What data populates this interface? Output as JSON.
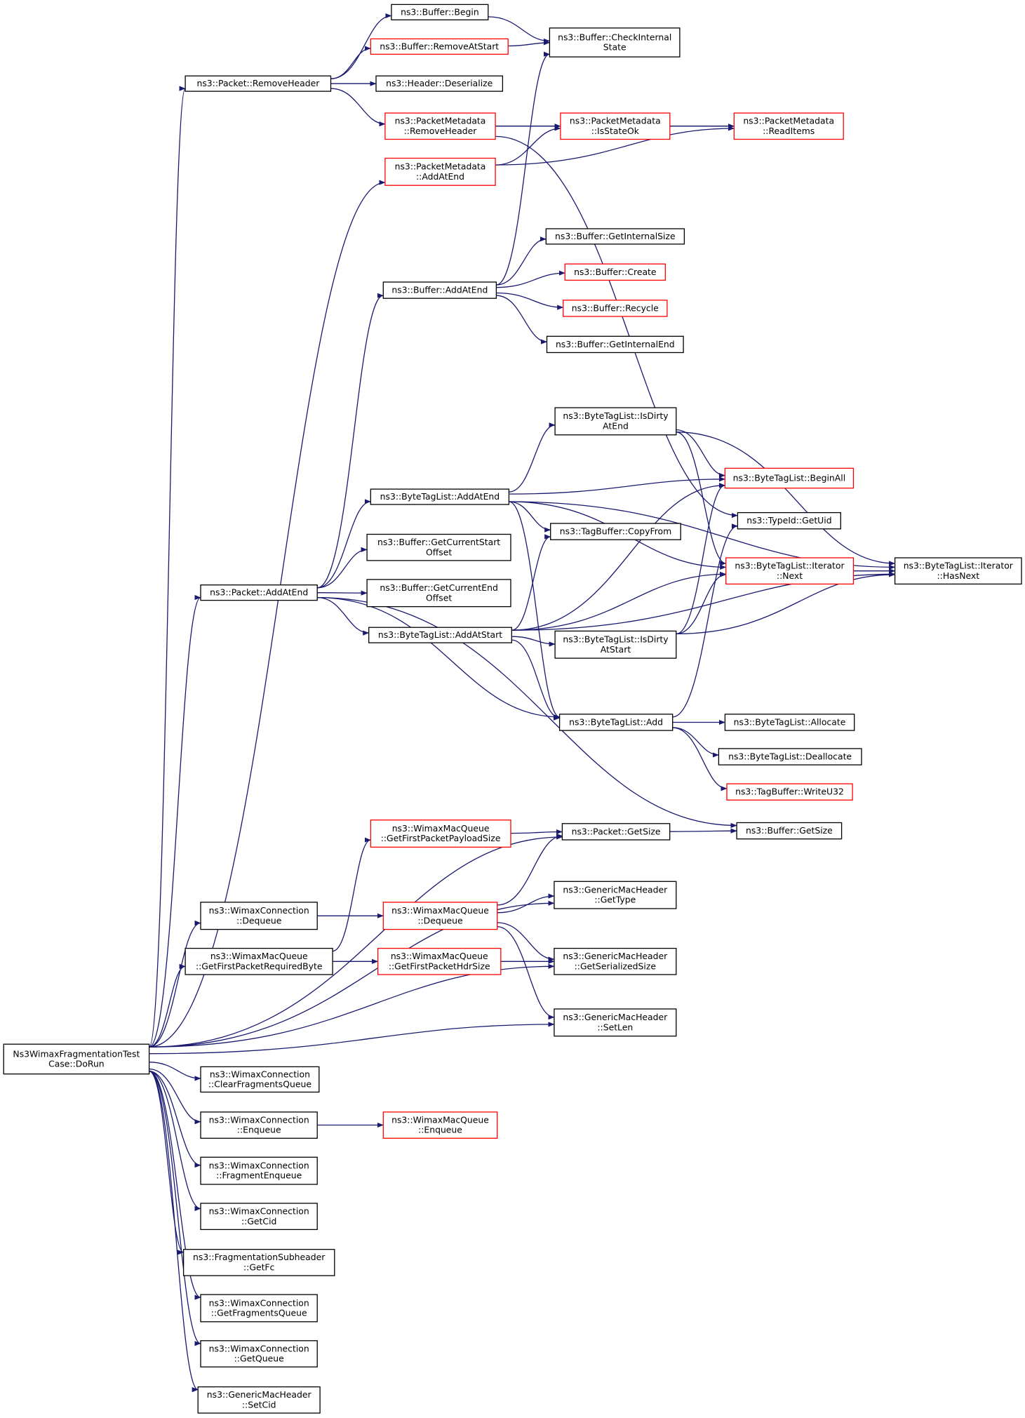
{
  "colors": {
    "edge": "#191970",
    "root_fill": "#bfbfbf",
    "node_border": "#000000",
    "truncated_border": "#ff0000"
  },
  "nodes": [
    {
      "id": "root",
      "lines": [
        "Ns3WimaxFragmentationTest",
        "Case::DoRun"
      ],
      "style": "root"
    },
    {
      "id": "pkt_removeheader",
      "lines": [
        "ns3::Packet::RemoveHeader"
      ],
      "style": "normal"
    },
    {
      "id": "buf_begin",
      "lines": [
        "ns3::Buffer::Begin"
      ],
      "style": "normal"
    },
    {
      "id": "buf_removeatstart",
      "lines": [
        "ns3::Buffer::RemoveAtStart"
      ],
      "style": "truncated"
    },
    {
      "id": "buf_checkinternal",
      "lines": [
        "ns3::Buffer::CheckInternal",
        "State"
      ],
      "style": "normal"
    },
    {
      "id": "hdr_deserialize",
      "lines": [
        "ns3::Header::Deserialize"
      ],
      "style": "normal"
    },
    {
      "id": "pm_removeheader",
      "lines": [
        "ns3::PacketMetadata",
        "::RemoveHeader"
      ],
      "style": "truncated"
    },
    {
      "id": "pm_isstateok",
      "lines": [
        "ns3::PacketMetadata",
        "::IsStateOk"
      ],
      "style": "truncated"
    },
    {
      "id": "pm_readitems",
      "lines": [
        "ns3::PacketMetadata",
        "::ReadItems"
      ],
      "style": "truncated"
    },
    {
      "id": "pm_addatend",
      "lines": [
        "ns3::PacketMetadata",
        "::AddAtEnd"
      ],
      "style": "truncated"
    },
    {
      "id": "buf_getinternalsize",
      "lines": [
        "ns3::Buffer::GetInternalSize"
      ],
      "style": "normal"
    },
    {
      "id": "buf_create",
      "lines": [
        "ns3::Buffer::Create"
      ],
      "style": "truncated"
    },
    {
      "id": "buf_addatend",
      "lines": [
        "ns3::Buffer::AddAtEnd"
      ],
      "style": "normal"
    },
    {
      "id": "buf_recycle",
      "lines": [
        "ns3::Buffer::Recycle"
      ],
      "style": "truncated"
    },
    {
      "id": "buf_getinternalend",
      "lines": [
        "ns3::Buffer::GetInternalEnd"
      ],
      "style": "normal"
    },
    {
      "id": "btl_isdirtyatend",
      "lines": [
        "ns3::ByteTagList::IsDirty",
        "AtEnd"
      ],
      "style": "normal"
    },
    {
      "id": "btl_beginall",
      "lines": [
        "ns3::ByteTagList::BeginAll"
      ],
      "style": "truncated"
    },
    {
      "id": "btl_addatend",
      "lines": [
        "ns3::ByteTagList::AddAtEnd"
      ],
      "style": "normal"
    },
    {
      "id": "typeid_getuid",
      "lines": [
        "ns3::TypeId::GetUid"
      ],
      "style": "normal"
    },
    {
      "id": "tagbuf_copyfrom",
      "lines": [
        "ns3::TagBuffer::CopyFrom"
      ],
      "style": "normal"
    },
    {
      "id": "buf_getcurrentstart",
      "lines": [
        "ns3::Buffer::GetCurrentStart",
        "Offset"
      ],
      "style": "normal"
    },
    {
      "id": "btl_iter_next",
      "lines": [
        "ns3::ByteTagList::Iterator",
        "::Next"
      ],
      "style": "truncated"
    },
    {
      "id": "btl_iter_hasnext",
      "lines": [
        "ns3::ByteTagList::Iterator",
        "::HasNext"
      ],
      "style": "normal"
    },
    {
      "id": "pkt_addatend",
      "lines": [
        "ns3::Packet::AddAtEnd"
      ],
      "style": "normal"
    },
    {
      "id": "buf_getcurrentend",
      "lines": [
        "ns3::Buffer::GetCurrentEnd",
        "Offset"
      ],
      "style": "normal"
    },
    {
      "id": "btl_addatstart",
      "lines": [
        "ns3::ByteTagList::AddAtStart"
      ],
      "style": "normal"
    },
    {
      "id": "btl_isdirtyatstart",
      "lines": [
        "ns3::ByteTagList::IsDirty",
        "AtStart"
      ],
      "style": "normal"
    },
    {
      "id": "btl_add",
      "lines": [
        "ns3::ByteTagList::Add"
      ],
      "style": "normal"
    },
    {
      "id": "btl_allocate",
      "lines": [
        "ns3::ByteTagList::Allocate"
      ],
      "style": "normal"
    },
    {
      "id": "btl_deallocate",
      "lines": [
        "ns3::ByteTagList::Deallocate"
      ],
      "style": "normal"
    },
    {
      "id": "tagbuf_writeu32",
      "lines": [
        "ns3::TagBuffer::WriteU32"
      ],
      "style": "truncated"
    },
    {
      "id": "wmq_getfirstpayload",
      "lines": [
        "ns3::WimaxMacQueue",
        "::GetFirstPacketPayloadSize"
      ],
      "style": "truncated"
    },
    {
      "id": "pkt_getsize",
      "lines": [
        "ns3::Packet::GetSize"
      ],
      "style": "normal"
    },
    {
      "id": "buf_getsize",
      "lines": [
        "ns3::Buffer::GetSize"
      ],
      "style": "normal"
    },
    {
      "id": "gmh_gettype",
      "lines": [
        "ns3::GenericMacHeader",
        "::GetType"
      ],
      "style": "normal"
    },
    {
      "id": "wc_dequeue",
      "lines": [
        "ns3::WimaxConnection",
        "::Dequeue"
      ],
      "style": "normal"
    },
    {
      "id": "wmq_dequeue",
      "lines": [
        "ns3::WimaxMacQueue",
        "::Dequeue"
      ],
      "style": "truncated"
    },
    {
      "id": "wmq_getfirstrequired",
      "lines": [
        "ns3::WimaxMacQueue",
        "::GetFirstPacketRequiredByte"
      ],
      "style": "normal"
    },
    {
      "id": "wmq_getfirsthdrsize",
      "lines": [
        "ns3::WimaxMacQueue",
        "::GetFirstPacketHdrSize"
      ],
      "style": "truncated"
    },
    {
      "id": "gmh_getserialized",
      "lines": [
        "ns3::GenericMacHeader",
        "::GetSerializedSize"
      ],
      "style": "normal"
    },
    {
      "id": "gmh_setlen",
      "lines": [
        "ns3::GenericMacHeader",
        "::SetLen"
      ],
      "style": "normal"
    },
    {
      "id": "wc_clearfragments",
      "lines": [
        "ns3::WimaxConnection",
        "::ClearFragmentsQueue"
      ],
      "style": "normal"
    },
    {
      "id": "wc_enqueue",
      "lines": [
        "ns3::WimaxConnection",
        "::Enqueue"
      ],
      "style": "normal"
    },
    {
      "id": "wmq_enqueue",
      "lines": [
        "ns3::WimaxMacQueue",
        "::Enqueue"
      ],
      "style": "truncated"
    },
    {
      "id": "wc_fragmentenqueue",
      "lines": [
        "ns3::WimaxConnection",
        "::FragmentEnqueue"
      ],
      "style": "normal"
    },
    {
      "id": "wc_getcid",
      "lines": [
        "ns3::WimaxConnection",
        "::GetCid"
      ],
      "style": "normal"
    },
    {
      "id": "fsh_getfc",
      "lines": [
        "ns3::FragmentationSubheader",
        "::GetFc"
      ],
      "style": "normal"
    },
    {
      "id": "wc_getfragmentsqueue",
      "lines": [
        "ns3::WimaxConnection",
        "::GetFragmentsQueue"
      ],
      "style": "normal"
    },
    {
      "id": "wc_getqueue",
      "lines": [
        "ns3::WimaxConnection",
        "::GetQueue"
      ],
      "style": "normal"
    },
    {
      "id": "gmh_setcid",
      "lines": [
        "ns3::GenericMacHeader",
        "::SetCid"
      ],
      "style": "normal"
    }
  ],
  "edges": [
    [
      "root",
      "pkt_removeheader"
    ],
    [
      "root",
      "pm_addatend"
    ],
    [
      "root",
      "pkt_addatend"
    ],
    [
      "root",
      "pkt_getsize"
    ],
    [
      "root",
      "gmh_gettype"
    ],
    [
      "root",
      "wc_dequeue"
    ],
    [
      "root",
      "wmq_getfirstrequired"
    ],
    [
      "root",
      "gmh_getserialized"
    ],
    [
      "root",
      "gmh_setlen"
    ],
    [
      "root",
      "wc_clearfragments"
    ],
    [
      "root",
      "wc_enqueue"
    ],
    [
      "root",
      "wc_fragmentenqueue"
    ],
    [
      "root",
      "wc_getcid"
    ],
    [
      "root",
      "fsh_getfc"
    ],
    [
      "root",
      "wc_getfragmentsqueue"
    ],
    [
      "root",
      "wc_getqueue"
    ],
    [
      "root",
      "gmh_setcid"
    ],
    [
      "pkt_removeheader",
      "buf_begin"
    ],
    [
      "pkt_removeheader",
      "buf_removeatstart"
    ],
    [
      "pkt_removeheader",
      "hdr_deserialize"
    ],
    [
      "pkt_removeheader",
      "pm_removeheader"
    ],
    [
      "buf_begin",
      "buf_checkinternal"
    ],
    [
      "buf_removeatstart",
      "buf_checkinternal"
    ],
    [
      "pm_removeheader",
      "pm_isstateok"
    ],
    [
      "pm_removeheader",
      "pm_readitems"
    ],
    [
      "pm_removeheader",
      "typeid_getuid"
    ],
    [
      "pm_isstateok",
      "pm_readitems"
    ],
    [
      "pm_addatend",
      "pm_isstateok"
    ],
    [
      "pm_addatend",
      "pm_readitems"
    ],
    [
      "buf_addatend",
      "buf_checkinternal"
    ],
    [
      "buf_addatend",
      "buf_getinternalsize"
    ],
    [
      "buf_addatend",
      "buf_create"
    ],
    [
      "buf_addatend",
      "buf_recycle"
    ],
    [
      "buf_addatend",
      "buf_getinternalend"
    ],
    [
      "pkt_addatend",
      "buf_addatend"
    ],
    [
      "pkt_addatend",
      "btl_addatend"
    ],
    [
      "pkt_addatend",
      "buf_getcurrentstart"
    ],
    [
      "pkt_addatend",
      "buf_getcurrentend"
    ],
    [
      "pkt_addatend",
      "btl_addatstart"
    ],
    [
      "pkt_addatend",
      "btl_add"
    ],
    [
      "pkt_addatend",
      "buf_getsize"
    ],
    [
      "btl_addatend",
      "btl_isdirtyatend"
    ],
    [
      "btl_addatend",
      "btl_beginall"
    ],
    [
      "btl_addatend",
      "tagbuf_copyfrom"
    ],
    [
      "btl_addatend",
      "btl_iter_next"
    ],
    [
      "btl_addatend",
      "btl_iter_hasnext"
    ],
    [
      "btl_addatend",
      "btl_add"
    ],
    [
      "btl_isdirtyatend",
      "btl_beginall"
    ],
    [
      "btl_isdirtyatend",
      "btl_iter_next"
    ],
    [
      "btl_isdirtyatend",
      "btl_iter_hasnext"
    ],
    [
      "btl_addatstart",
      "btl_beginall"
    ],
    [
      "btl_addatstart",
      "tagbuf_copyfrom"
    ],
    [
      "btl_addatstart",
      "btl_iter_next"
    ],
    [
      "btl_addatstart",
      "btl_iter_hasnext"
    ],
    [
      "btl_addatstart",
      "btl_isdirtyatstart"
    ],
    [
      "btl_addatstart",
      "btl_add"
    ],
    [
      "btl_isdirtyatstart",
      "btl_beginall"
    ],
    [
      "btl_isdirtyatstart",
      "btl_iter_next"
    ],
    [
      "btl_isdirtyatstart",
      "btl_iter_hasnext"
    ],
    [
      "btl_iter_next",
      "btl_iter_hasnext"
    ],
    [
      "btl_add",
      "typeid_getuid"
    ],
    [
      "btl_add",
      "btl_allocate"
    ],
    [
      "btl_add",
      "btl_deallocate"
    ],
    [
      "btl_add",
      "tagbuf_writeu32"
    ],
    [
      "wmq_getfirstpayload",
      "pkt_getsize"
    ],
    [
      "pkt_getsize",
      "buf_getsize"
    ],
    [
      "wc_dequeue",
      "wmq_dequeue"
    ],
    [
      "wmq_dequeue",
      "pkt_getsize"
    ],
    [
      "wmq_dequeue",
      "gmh_gettype"
    ],
    [
      "wmq_dequeue",
      "gmh_getserialized"
    ],
    [
      "wmq_dequeue",
      "gmh_setlen"
    ],
    [
      "wmq_getfirstrequired",
      "wmq_getfirstpayload"
    ],
    [
      "wmq_getfirstrequired",
      "wmq_getfirsthdrsize"
    ],
    [
      "wmq_getfirsthdrsize",
      "gmh_getserialized"
    ],
    [
      "wc_enqueue",
      "wmq_enqueue"
    ]
  ]
}
